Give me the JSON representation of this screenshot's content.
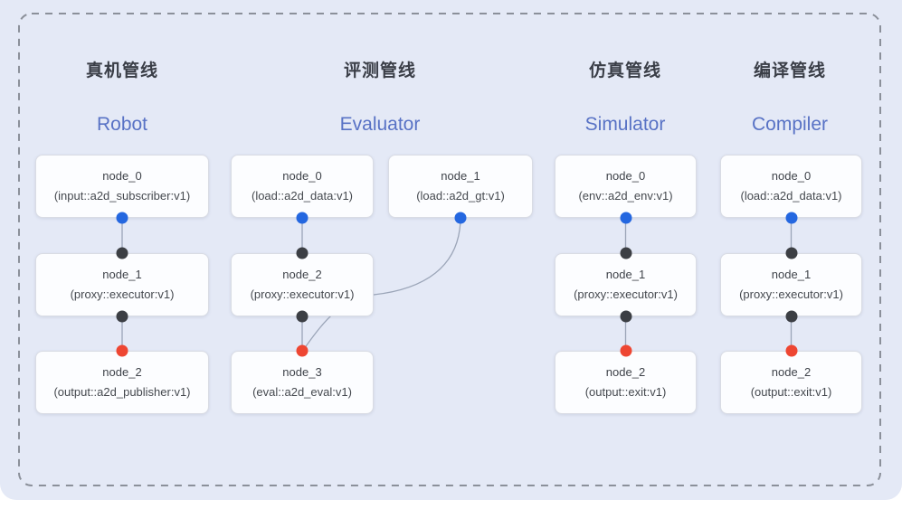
{
  "pipelines": [
    {
      "title_zh": "真机管线",
      "title_en": "Robot",
      "nodes": [
        {
          "name": "node_0",
          "type": "(input::a2d_subscriber:v1)"
        },
        {
          "name": "node_1",
          "type": "(proxy::executor:v1)"
        },
        {
          "name": "node_2",
          "type": "(output::a2d_publisher:v1)"
        }
      ]
    },
    {
      "title_zh": "评测管线",
      "title_en": "Evaluator",
      "nodes": [
        {
          "name": "node_0",
          "type": "(load::a2d_data:v1)"
        },
        {
          "name": "node_1",
          "type": "(load::a2d_gt:v1)"
        },
        {
          "name": "node_2",
          "type": "(proxy::executor:v1)"
        },
        {
          "name": "node_3",
          "type": "(eval::a2d_eval:v1)"
        }
      ]
    },
    {
      "title_zh": "仿真管线",
      "title_en": "Simulator",
      "nodes": [
        {
          "name": "node_0",
          "type": "(env::a2d_env:v1)"
        },
        {
          "name": "node_1",
          "type": "(proxy::executor:v1)"
        },
        {
          "name": "node_2",
          "type": "(output::exit:v1)"
        }
      ]
    },
    {
      "title_zh": "编译管线",
      "title_en": "Compiler",
      "nodes": [
        {
          "name": "node_0",
          "type": "(load::a2d_data:v1)"
        },
        {
          "name": "node_1",
          "type": "(proxy::executor:v1)"
        },
        {
          "name": "node_2",
          "type": "(output::exit:v1)"
        }
      ]
    }
  ],
  "colors": {
    "background": "#e4e9f6",
    "node_fill": "#fcfdff",
    "node_border": "#d9dce4",
    "frame_dash": "#8b909a",
    "edge": "#9ba5b8",
    "title_zh": "#3a3e47",
    "title_en": "#5872c5",
    "node_text": "#3f434a",
    "port_output_blue": "#2467e0",
    "port_junction_black": "#3c3f44",
    "port_input_red": "#ee4632"
  }
}
